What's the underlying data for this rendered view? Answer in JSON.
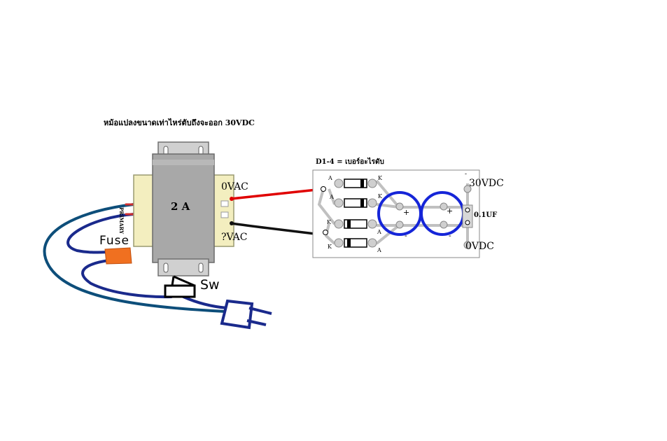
{
  "diagram": {
    "title": "หม้อแปลงขนาดเท่าไหร่ตับถึงจะออก 30VDC",
    "transformer": {
      "current_rating": "2 A",
      "primary_label": "PRIMARY",
      "secondary_top": "0VAC",
      "secondary_bottom": "?VAC"
    },
    "board": {
      "title": "D1-4 = เบอร์อะไรดับ",
      "output_pos": "30VDC",
      "output_neg": "0VDC",
      "cap_label": "0.1UF",
      "pin_a": "A",
      "pin_k": "K",
      "plus": "+",
      "minus": "-"
    },
    "fuse_label": "Fuse",
    "switch_label": "Sw",
    "colors": {
      "wire_blue": "#1a2a8c",
      "wire_teal": "#0d4e7a",
      "red_wire": "#e00000",
      "black_wire": "#111111",
      "fuse": "#f07020",
      "capacitor": "#1525d8",
      "trace": "#c0c0c0",
      "transformer_core": "#a8a8a8",
      "transformer_coil": "#f3eebf"
    }
  }
}
